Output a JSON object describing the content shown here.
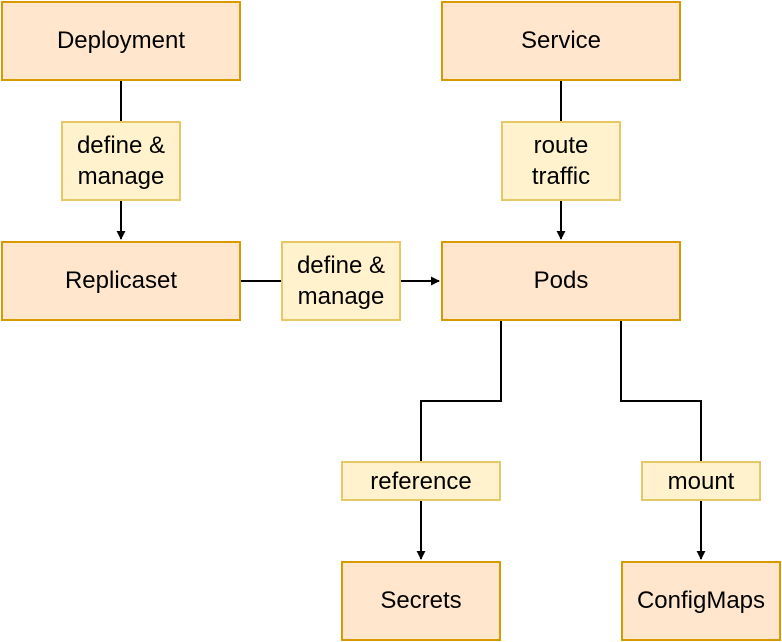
{
  "diagram": {
    "nodes": {
      "deployment": "Deployment",
      "service": "Service",
      "replicaset": "Replicaset",
      "pods": "Pods",
      "secrets": "Secrets",
      "configmaps": "ConfigMaps"
    },
    "edges": {
      "deployment_to_replicaset": {
        "line1": "define &",
        "line2": "manage"
      },
      "replicaset_to_pods": {
        "line1": "define &",
        "line2": "manage"
      },
      "service_to_pods": {
        "line1": "route",
        "line2": "traffic"
      },
      "pods_to_secrets": "reference",
      "pods_to_configmaps": "mount"
    }
  },
  "colors": {
    "node_fill": "#ffe6cc",
    "node_border": "#d79b00",
    "label_fill": "#fff2cc",
    "label_border": "#e8c865",
    "edge": "#000000"
  }
}
